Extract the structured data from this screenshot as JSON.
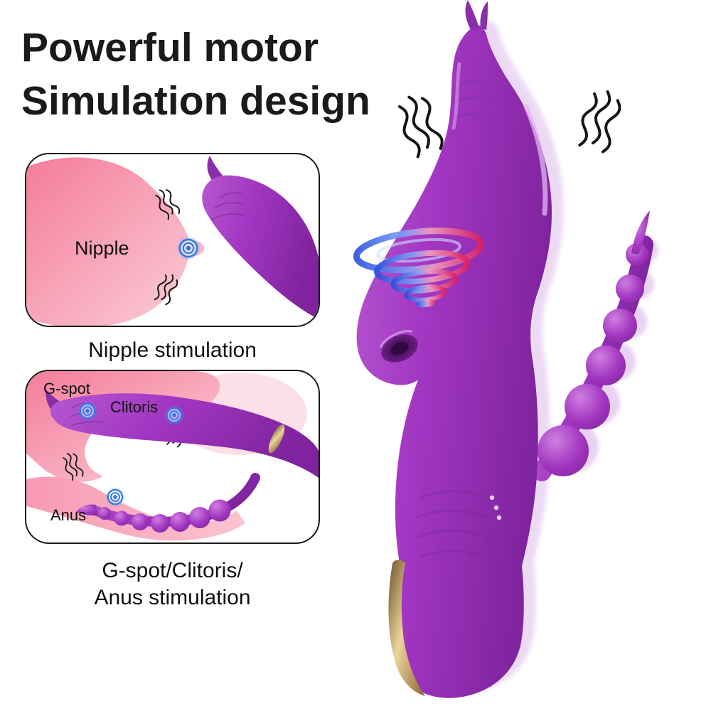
{
  "title": {
    "line1": "Powerful motor",
    "line2": "Simulation design"
  },
  "panels": {
    "nipple": {
      "label": "Nipple",
      "caption": "Nipple stimulation"
    },
    "internal": {
      "labels": {
        "gspot": "G-spot",
        "clitoris": "Clitoris",
        "anus": "Anus"
      },
      "caption_line1": "G-spot/Clitoris/",
      "caption_line2": "Anus stimulation"
    }
  },
  "icons": {
    "vibration": "vibration-squiggle-lines",
    "suction": "suction-vortex-swirl",
    "target": "stimulation-target-rings"
  },
  "colors": {
    "product_purple": "#a236c2",
    "product_purple_dark": "#7c2398",
    "ghost_purple": "#d2a4e6",
    "skin_pink": "#f47c9a",
    "target_blue": "#2e7ce8",
    "vortex_blue": "#2b50dd",
    "vortex_red": "#dd1f62",
    "gold_accent": "#ecd59a",
    "text": "#111111",
    "background": "#ffffff"
  }
}
